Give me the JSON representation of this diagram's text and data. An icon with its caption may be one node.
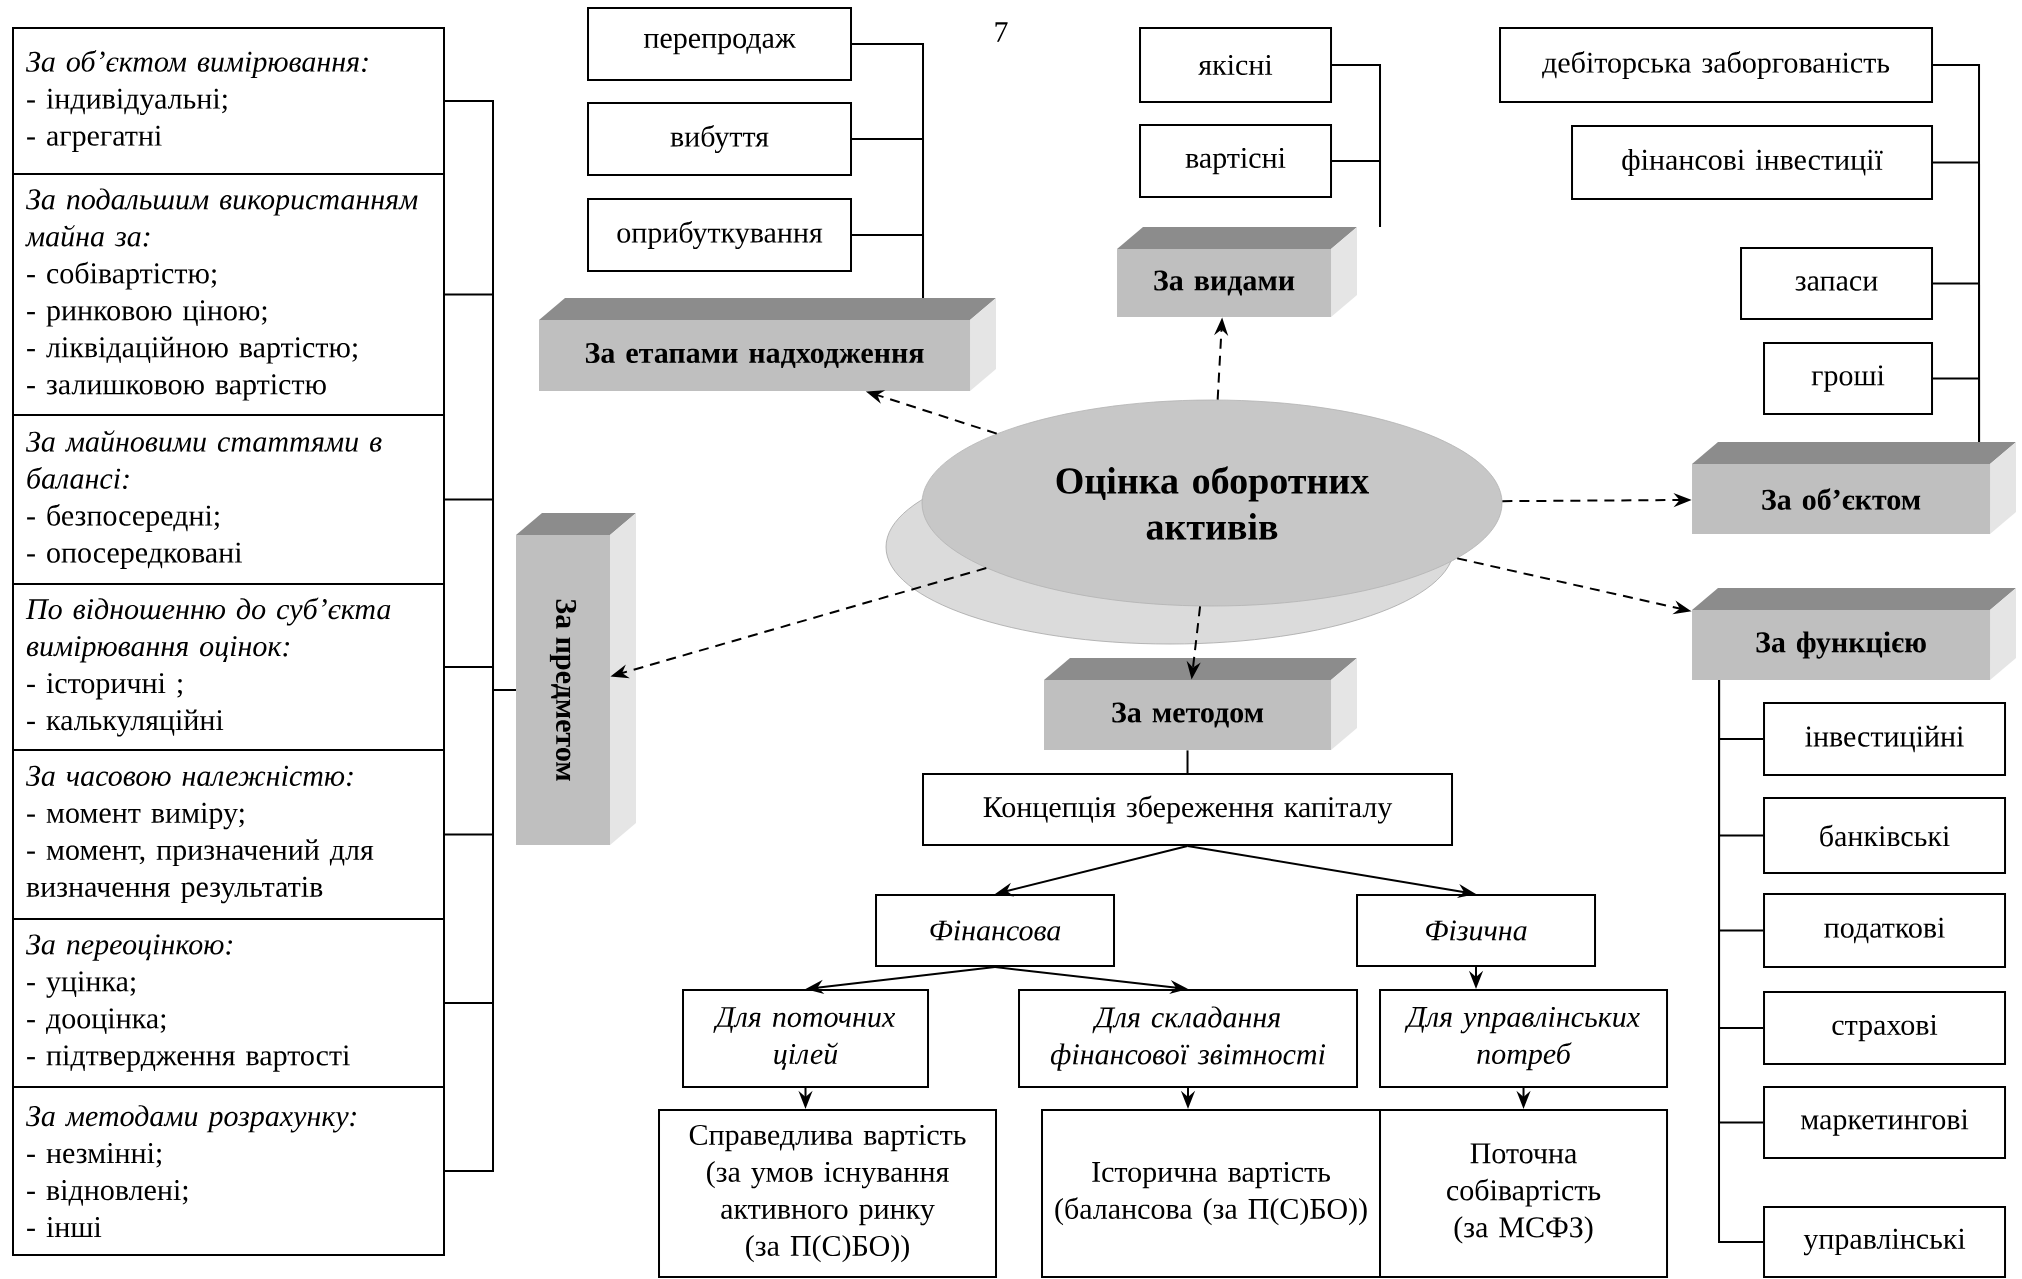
{
  "diagram": {
    "nodes": [
      {
        "text": [
          "перепродаж"
        ]
      },
      {
        "text": [
          "вибуття"
        ]
      },
      {
        "text": [
          "оприбуткування"
        ]
      },
      {
        "text": [
          "якісні"
        ]
      },
      {
        "text": [
          "вартісні"
        ]
      },
      {
        "text": [
          "дебіторська заборгованість"
        ]
      },
      {
        "text": [
          "фінансові інвестиції"
        ]
      },
      {
        "text": [
          "запаси"
        ]
      },
      {
        "text": [
          "гроші"
        ]
      },
      {
        "text": [
          "За етапами надходження"
        ]
      },
      {
        "text": [
          "За видами"
        ]
      },
      {
        "text": [
          "За об’єктом"
        ]
      },
      {
        "text": [
          "За об’єктом вимірювання:",
          "- індивідуальні;",
          "- агрегатні"
        ]
      },
      {
        "text": [
          "За подальшим використанням майна за:",
          "- собівартістю;",
          "- ринковою ціною;",
          "- ліквідаційною вартістю;",
          "- залишковою вартістю"
        ]
      },
      {
        "text": [
          "За майновими статтями в балансі:",
          "- безпосередні;",
          "- опосередковані"
        ]
      },
      {
        "text": [
          "По відношенню до суб’єкта вимірювання оцінок:",
          "- історичні ;",
          "- калькуляційні"
        ]
      },
      {
        "text": [
          "За часовою належністю:",
          "- момент виміру;",
          "- момент, призначений для визначення результатів"
        ]
      },
      {
        "text": [
          "За переоцінкою:",
          "- уцінка;",
          "- дооцінка;",
          "- підтвердження вартості"
        ]
      },
      {
        "text": [
          "За методами розрахунку:",
          "- незмінні;",
          "- відновлені;",
          "- інші"
        ]
      },
      {
        "text": [
          "За предметом"
        ]
      },
      {
        "text": [
          "Оцінка оборотних активів"
        ]
      },
      {
        "text": [
          "За функцією"
        ]
      },
      {
        "text": [
          "За методом"
        ]
      },
      {
        "text": [
          "інвестиційні"
        ]
      },
      {
        "text": [
          "банківські"
        ]
      },
      {
        "text": [
          "податкові"
        ]
      },
      {
        "text": [
          "страхові"
        ]
      },
      {
        "text": [
          "маркетингові"
        ]
      },
      {
        "text": [
          "управлінські"
        ]
      },
      {
        "text": [
          "Концепція збереження капіталу"
        ]
      },
      {
        "text": [
          "Фінансова"
        ]
      },
      {
        "text": [
          "Фізична"
        ]
      },
      {
        "text": [
          "Для поточних цілей"
        ]
      },
      {
        "text": [
          "Для складання фінансової звітності"
        ]
      },
      {
        "text": [
          "Для управлінських потреб"
        ]
      },
      {
        "text": [
          "Справедлива вартість (за умов існування активного ринку (за П(С)БО))"
        ]
      },
      {
        "text": [
          "Історична вартість (балансова (за П(С)БО))"
        ]
      },
      {
        "text": [
          "Поточна собівартість (за МСФЗ)"
        ]
      }
    ],
    "edges": [
      {
        "from": 9,
        "to": 0,
        "arrow": "none"
      },
      {
        "from": 9,
        "to": 1,
        "arrow": "none"
      },
      {
        "from": 9,
        "to": 2,
        "arrow": "none"
      },
      {
        "from": 10,
        "to": 3,
        "arrow": "none"
      },
      {
        "from": 10,
        "to": 4,
        "arrow": "none"
      },
      {
        "from": 11,
        "to": 5,
        "arrow": "none"
      },
      {
        "from": 11,
        "to": 6,
        "arrow": "none"
      },
      {
        "from": 11,
        "to": 7,
        "arrow": "none"
      },
      {
        "from": 11,
        "to": 8,
        "arrow": "none"
      },
      {
        "from": 19,
        "to": 12,
        "arrow": "none"
      },
      {
        "from": 19,
        "to": 13,
        "arrow": "none"
      },
      {
        "from": 19,
        "to": 14,
        "arrow": "none"
      },
      {
        "from": 19,
        "to": 15,
        "arrow": "none"
      },
      {
        "from": 19,
        "to": 16,
        "arrow": "none"
      },
      {
        "from": 19,
        "to": 17,
        "arrow": "none"
      },
      {
        "from": 19,
        "to": 18,
        "arrow": "none"
      },
      {
        "from": 21,
        "to": 23,
        "arrow": "none"
      },
      {
        "from": 21,
        "to": 24,
        "arrow": "none"
      },
      {
        "from": 21,
        "to": 25,
        "arrow": "none"
      },
      {
        "from": 21,
        "to": 26,
        "arrow": "none"
      },
      {
        "from": 21,
        "to": 27,
        "arrow": "none"
      },
      {
        "from": 21,
        "to": 28,
        "arrow": "none"
      },
      {
        "from": 20,
        "to": 9,
        "arrow": "to",
        "style": "dashed"
      },
      {
        "from": 20,
        "to": 10,
        "arrow": "to",
        "style": "dashed"
      },
      {
        "from": 20,
        "to": 11,
        "arrow": "to",
        "style": "dashed"
      },
      {
        "from": 20,
        "to": 19,
        "arrow": "to",
        "style": "dashed"
      },
      {
        "from": 20,
        "to": 21,
        "arrow": "to",
        "style": "dashed"
      },
      {
        "from": 20,
        "to": 22,
        "arrow": "to",
        "style": "dashed"
      },
      {
        "from": 22,
        "to": 29,
        "arrow": "none"
      },
      {
        "from": 29,
        "to": 30,
        "arrow": "to"
      },
      {
        "from": 29,
        "to": 31,
        "arrow": "to"
      },
      {
        "from": 30,
        "to": 32,
        "arrow": "to"
      },
      {
        "from": 30,
        "to": 33,
        "arrow": "to"
      },
      {
        "from": 31,
        "to": 34,
        "arrow": "to"
      },
      {
        "from": 32,
        "to": 35,
        "arrow": "to"
      },
      {
        "from": 33,
        "to": 36,
        "arrow": "to"
      },
      {
        "from": 34,
        "to": 37,
        "arrow": "to"
      }
    ],
    "labels": [
      "7"
    ]
  }
}
